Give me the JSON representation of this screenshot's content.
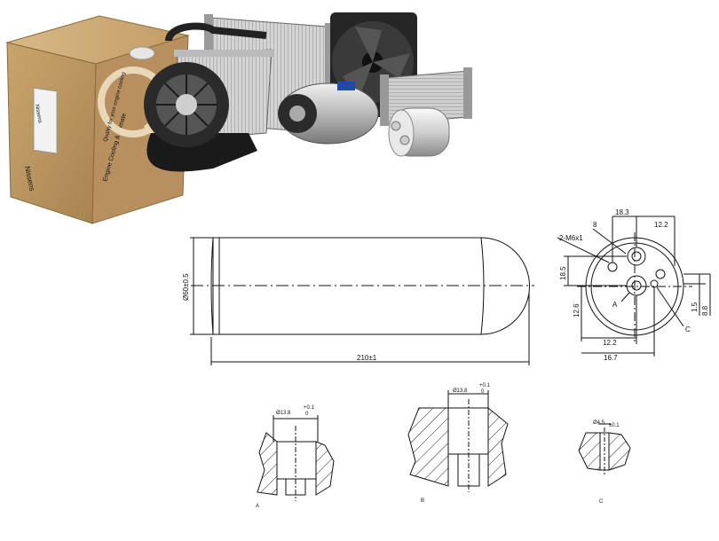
{
  "product_banner": {
    "brand_text": "Nissens",
    "box_text": "Engine Cooling & Climate",
    "box_side_text": "Quality for your engine cooling"
  },
  "drawing": {
    "main_view": {
      "diameter_label": "Ø60±0.5",
      "length_label": "210±1"
    },
    "end_view": {
      "dims": {
        "d_18_3": "18.3",
        "d_12_2_top": "12.2",
        "d_8": "8",
        "thread": "2-M6x1",
        "d_18_5": "18.5",
        "d_12_6": "12.6",
        "d_1_5": "1.5",
        "d_8_8": "8.8",
        "d_12_2_bottom": "12.2",
        "d_16_7": "16.7",
        "label_A": "A",
        "label_C": "C"
      }
    },
    "detail_a": {
      "label": "A",
      "dim": "Ø13.8",
      "tol_top": "+0.1",
      "tol_bot": "0"
    },
    "detail_b": {
      "label": "B",
      "dim": "Ø13.8",
      "tol_top": "+0.1",
      "tol_bot": "0"
    },
    "detail_c": {
      "label": "C",
      "dim": "Ø4.5",
      "tol": "±0.1"
    }
  }
}
